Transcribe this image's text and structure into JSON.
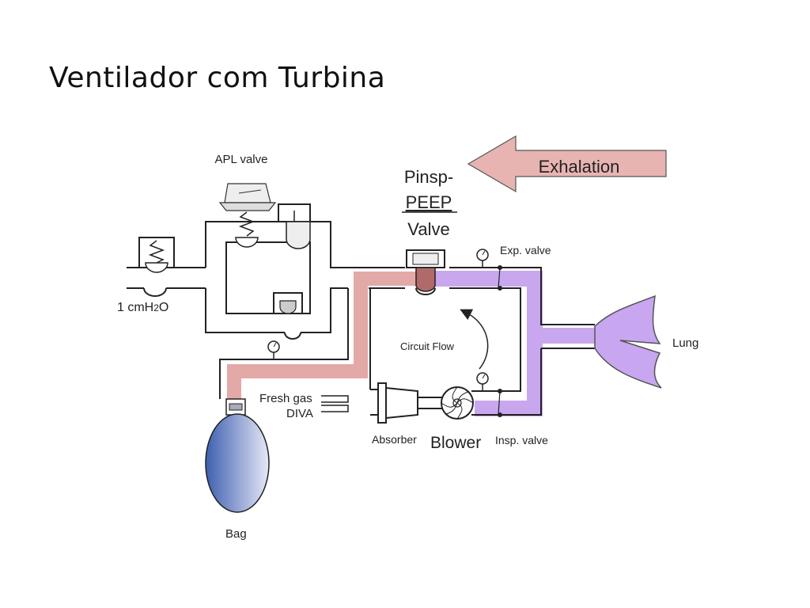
{
  "slide": {
    "title": "Ventilador com Turbina"
  },
  "banner": {
    "label": "Exhalation",
    "fill": "#e8b4b2",
    "stroke": "#c88"
  },
  "labels": {
    "apl_valve": "APL valve",
    "pinsp_line1": "Pinsp-",
    "pinsp_line2": "PEEP",
    "pinsp_line3": "Valve",
    "exp_valve": "Exp. valve",
    "pressure_1cm": "1 cmH",
    "pressure_sub": "2",
    "pressure_o": "O",
    "circuit_flow": "Circuit Flow",
    "lung": "Lung",
    "fresh_gas": "Fresh gas",
    "diva": "DIVA",
    "absorber": "Absorber",
    "blower": "Blower",
    "insp_valve": "Insp. valve",
    "bag": "Bag"
  },
  "colors": {
    "exhalation_path": "#e3a9a7",
    "lung_path": "#c9a7ee",
    "lung_fill": "#c8a6f0",
    "bag_dark": "#3e5fb0",
    "bag_light": "#e6e8f6",
    "pipe": "#222222"
  }
}
